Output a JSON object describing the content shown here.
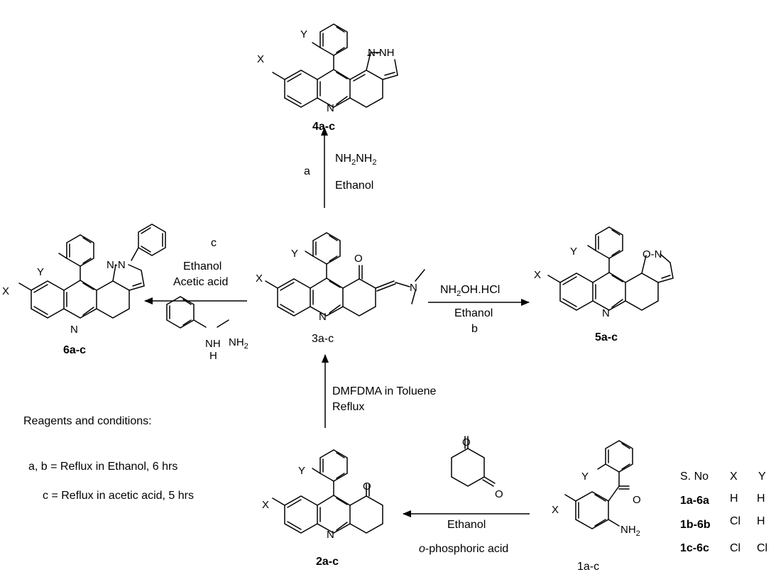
{
  "atoms": {
    "x": "X",
    "y": "Y",
    "n": "N",
    "o": "O",
    "nh": "N-NH",
    "on": "O-N",
    "nn": "N-N",
    "nh2": "NH",
    "h": "H"
  },
  "compounds": {
    "c4": "4a-c",
    "c3": "3a-c",
    "c5": "5a-c",
    "c6": "6a-c",
    "c2": "2a-c",
    "c1": "1a-c"
  },
  "arrows": {
    "a_letter": "a",
    "a_reagent": "NH",
    "a_solvent": "Ethanol",
    "b_reagent": "NH",
    "b_reagent_mid": "OH.HCl",
    "b_solvent": "Ethanol",
    "b_letter": "b",
    "c_letter": "c",
    "c_solvent": "Ethanol",
    "c_acid": "Acetic acid",
    "dmf_line1": "DMFDMA in Toluene",
    "dmf_line2": "Reflux",
    "e_solvent": "Ethanol",
    "e_acid": "o-phosphoric acid"
  },
  "conditions": {
    "heading": "Reagents and conditions:",
    "ab": "a, b = Reflux in Ethanol, 6 hrs",
    "c": "c = Reflux in acetic acid, 5 hrs"
  },
  "table": {
    "headers": [
      "S. No",
      "X",
      "Y"
    ],
    "rows": [
      [
        "1a-6a",
        "H",
        "H"
      ],
      [
        "1b-6b",
        "Cl",
        "H"
      ],
      [
        "1c-6c",
        "Cl",
        "Cl"
      ]
    ]
  }
}
